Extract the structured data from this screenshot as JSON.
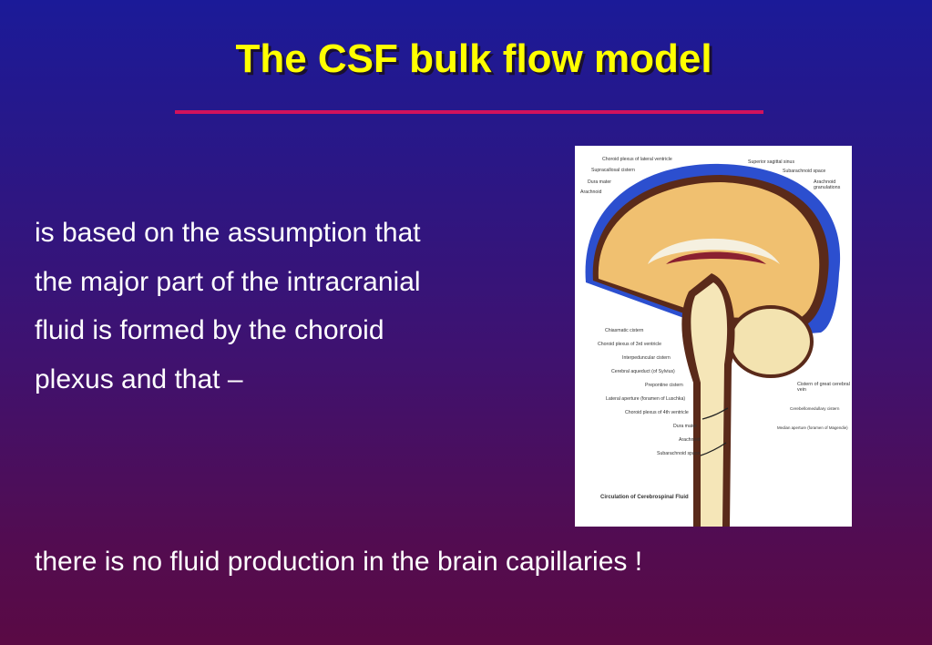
{
  "slide": {
    "title": "The CSF bulk flow model",
    "body_lines": [
      "is based on the assumption that",
      "the major part of the intracranial",
      "fluid is formed by the choroid",
      "plexus and that –"
    ],
    "conclusion": "there is no fluid production in the brain capillaries !",
    "accent_color": "#d2125c",
    "title_color": "#ffff00"
  },
  "figure": {
    "caption": "Circulation of Cerebrospinal Fluid",
    "labels": [
      "Choroid plexus of lateral ventricle",
      "Supracallosal cistern",
      "Dura mater",
      "Arachnoid",
      "Superior sagittal sinus",
      "Subarachnoid space",
      "Arachnoid granulations",
      "Chiasmatic cistern",
      "Choroid plexus of 3rd ventricle",
      "Interpeduncular cistern",
      "Cerebral aqueduct (of Sylvius)",
      "Prepontine cistern",
      "Lateral aperture (foramen of Luschka)",
      "Choroid plexus of 4th ventricle",
      "Dura mater",
      "Arachnoid",
      "Subarachnoid space",
      "Cistern of great cerebral vein",
      "Cerebellomedullary cistern",
      "Median aperture (foramen of Magendie)"
    ]
  }
}
